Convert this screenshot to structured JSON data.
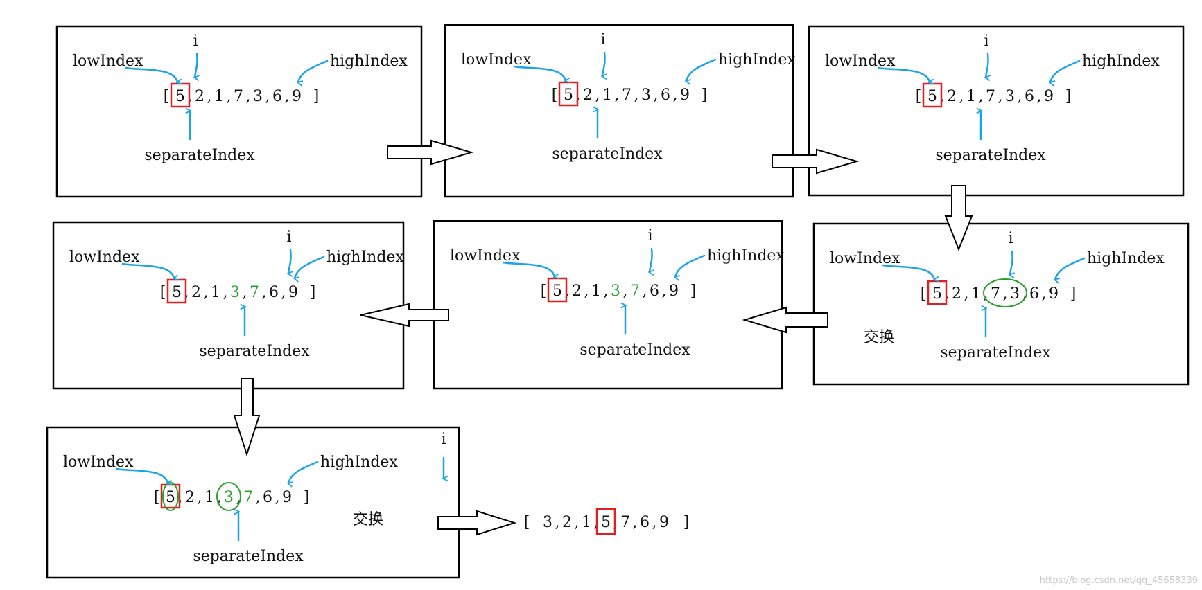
{
  "labels": {
    "low": "lowIndex",
    "high": "highIndex",
    "i": "i",
    "separate": "separateIndex",
    "swap": "交换",
    "open_bracket": "[",
    "close_bracket": "]",
    "comma": ","
  },
  "colors": {
    "pointer_arrow": "#1aa3e8",
    "pivot_box": "#e02020",
    "highlight_text": "#2aa02a",
    "swap_ellipse": "#2aa02a",
    "frame": "#000000",
    "text": "#111111",
    "watermark": "#c8c8c8"
  },
  "steps": [
    {
      "values": [
        "5",
        "2",
        "1",
        "7",
        "3",
        "6",
        "9"
      ],
      "low": 0,
      "i": 1,
      "high": 6,
      "separate": 1,
      "highlight": [],
      "swap_circle": null,
      "pivot_circle": false,
      "swap_label": false
    },
    {
      "values": [
        "5",
        "2",
        "1",
        "7",
        "3",
        "6",
        "9"
      ],
      "low": 0,
      "i": 2,
      "high": 6,
      "separate": 2,
      "highlight": [],
      "swap_circle": null,
      "pivot_circle": false,
      "swap_label": false
    },
    {
      "values": [
        "5",
        "2",
        "1",
        "7",
        "3",
        "6",
        "9"
      ],
      "low": 0,
      "i": 3,
      "high": 6,
      "separate": 3,
      "highlight": [],
      "swap_circle": null,
      "pivot_circle": false,
      "swap_label": false
    },
    {
      "values": [
        "5",
        "2",
        "1",
        "7",
        "3",
        "6",
        "9"
      ],
      "low": 0,
      "i": 4,
      "high": 6,
      "separate": 3,
      "highlight": [],
      "swap_circle": [
        3,
        4
      ],
      "pivot_circle": false,
      "swap_label": true
    },
    {
      "values": [
        "5",
        "2",
        "1",
        "3",
        "7",
        "6",
        "9"
      ],
      "low": 0,
      "i": 5,
      "high": 6,
      "separate": 4,
      "highlight": [
        3,
        4
      ],
      "swap_circle": null,
      "pivot_circle": false,
      "swap_label": false
    },
    {
      "values": [
        "5",
        "2",
        "1",
        "3",
        "7",
        "6",
        "9"
      ],
      "low": 0,
      "i": 6,
      "high": 6,
      "separate": 4,
      "highlight": [
        3,
        4
      ],
      "swap_circle": null,
      "pivot_circle": false,
      "swap_label": false
    },
    {
      "values": [
        "5",
        "2",
        "1",
        "3",
        "7",
        "6",
        "9"
      ],
      "low": 0,
      "i": 7,
      "high": 6,
      "separate": 4,
      "highlight": [
        3,
        4
      ],
      "swap_circle": [
        3
      ],
      "pivot_circle": true,
      "swap_label": true
    }
  ],
  "result": {
    "values": [
      "3",
      "2",
      "1",
      "5",
      "7",
      "6",
      "9"
    ],
    "pivot": 3
  },
  "watermark": "https://blog.csdn.net/qq_45658339"
}
